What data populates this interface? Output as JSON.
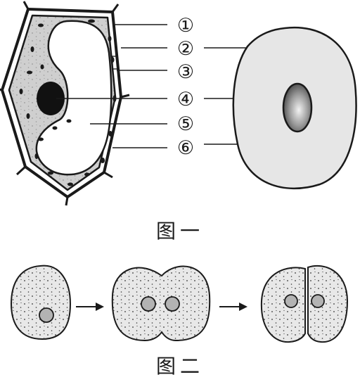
{
  "figure1": {
    "caption": "图一",
    "labels": [
      "①",
      "②",
      "③",
      "④",
      "⑤",
      "⑥"
    ]
  },
  "figure2": {
    "caption": "图二"
  },
  "colors": {
    "ink": "#1a1a1a",
    "cytoplasm": "#cfcfcf",
    "animal_cell": "#e6e6e6",
    "vacuole": "#ffffff",
    "nucleus_dark": "#111111"
  }
}
